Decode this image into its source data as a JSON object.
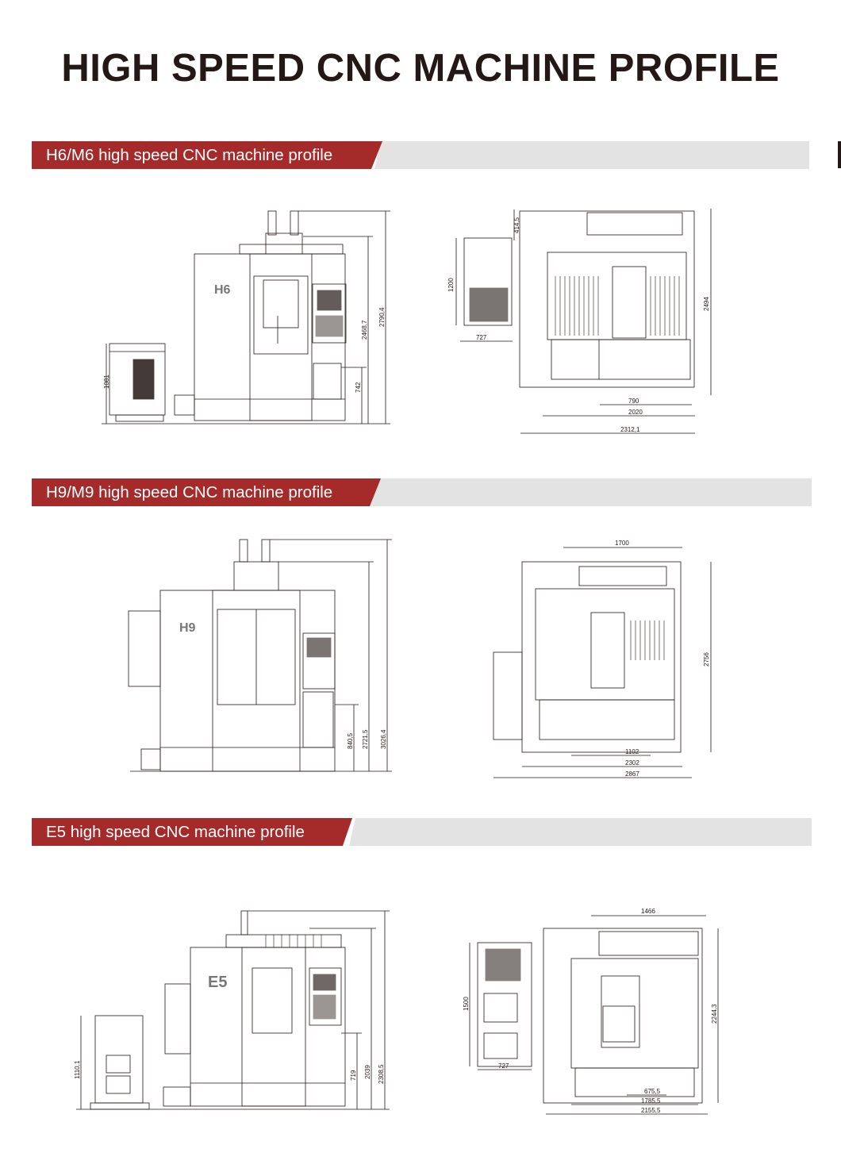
{
  "page": {
    "title": "HIGH SPEED CNC MACHINE PROFILE"
  },
  "colors": {
    "accent": "#a52a2a",
    "bar_gray": "#e3e3e3",
    "line": "#231815"
  },
  "sections": [
    {
      "heading": "H6/M6 high speed CNC machine profile",
      "front": {
        "badge": "H6",
        "dims": [
          "1081",
          "742",
          "2468,7",
          "2790,4"
        ]
      },
      "top": {
        "dims": [
          "414,5",
          "1200",
          "727",
          "2494",
          "790",
          "2020",
          "2312,1"
        ]
      }
    },
    {
      "heading": "H9/M9 high speed CNC machine profile",
      "front": {
        "badge": "H9",
        "dims": [
          "840,5",
          "2721,5",
          "3026,4"
        ]
      },
      "top": {
        "dims": [
          "1700",
          "2756",
          "1102",
          "2302",
          "2867"
        ]
      }
    },
    {
      "heading": "E5 high speed CNC machine profile",
      "front": {
        "badge": "E5",
        "dims": [
          "1110,1",
          "719",
          "2039",
          "2308,5"
        ]
      },
      "top": {
        "dims": [
          "1466",
          "1500",
          "727",
          "2244,3",
          "675,5",
          "1785,5",
          "2155,5"
        ]
      }
    }
  ]
}
